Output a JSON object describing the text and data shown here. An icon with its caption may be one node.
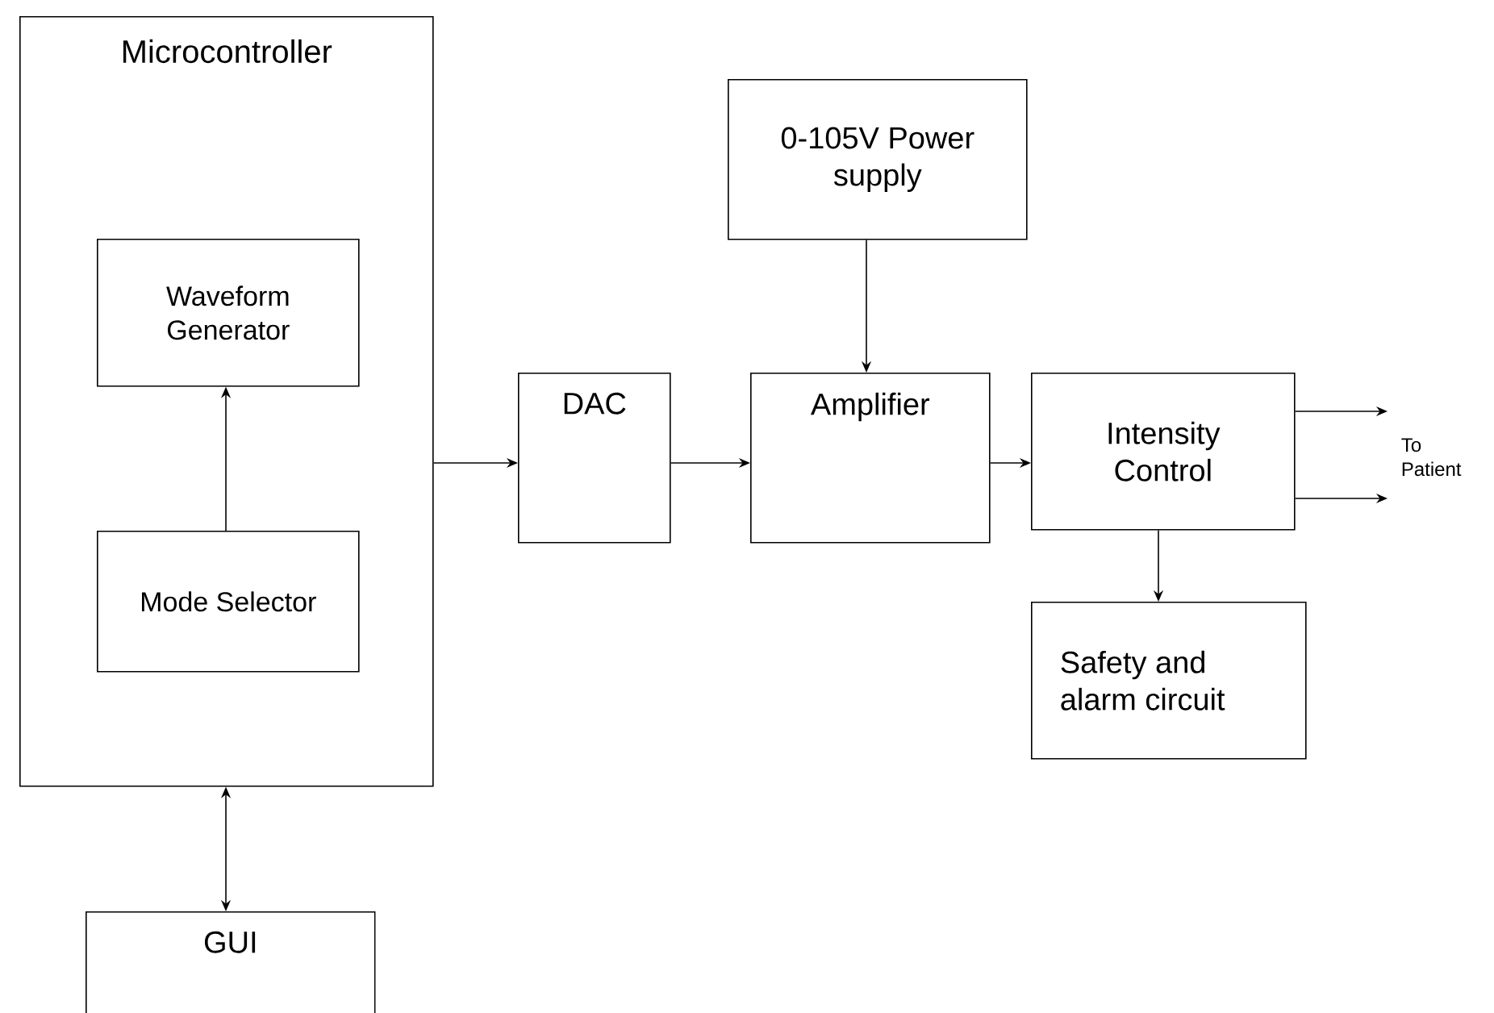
{
  "diagram": {
    "nodes": [
      {
        "text": [
          "Microcontroller"
        ]
      },
      {
        "text": [
          "Waveform Generator"
        ],
        "in": 0
      },
      {
        "text": [
          "Mode Selector"
        ],
        "in": 0
      },
      {
        "text": [
          "GUI"
        ]
      },
      {
        "text": [
          "DAC"
        ]
      },
      {
        "text": [
          "0-105V Power supply"
        ]
      },
      {
        "text": [
          "Amplifier"
        ]
      },
      {
        "text": [
          "Intensity Control"
        ]
      },
      {
        "text": [
          "Safety and alarm circuit"
        ]
      },
      {
        "text": [
          "To Patient"
        ]
      }
    ],
    "edges": [
      {
        "from": 2,
        "to": 1,
        "arrow": "to"
      },
      {
        "from": 0,
        "to": 3,
        "arrow": "both"
      },
      {
        "from": 0,
        "to": 4,
        "arrow": "to"
      },
      {
        "from": 4,
        "to": 6,
        "arrow": "to"
      },
      {
        "from": 5,
        "to": 6,
        "arrow": "to"
      },
      {
        "from": 6,
        "to": 7,
        "arrow": "to"
      },
      {
        "from": 7,
        "to": 8,
        "arrow": "to"
      },
      {
        "from": 7,
        "to": 9,
        "arrow": "to"
      },
      {
        "from": 7,
        "to": 9,
        "arrow": "to"
      }
    ]
  }
}
